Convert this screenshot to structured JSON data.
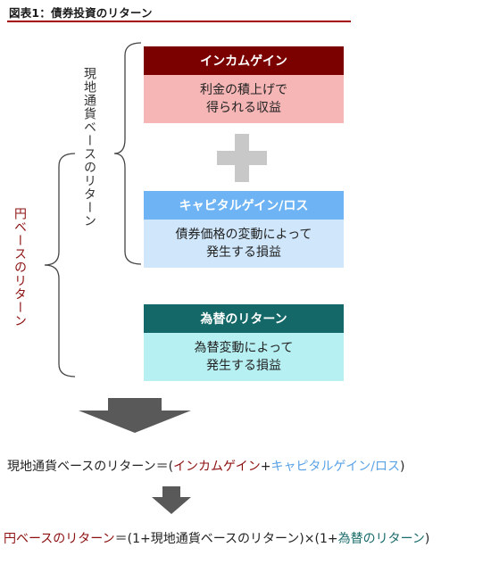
{
  "title": "図表1：債券投資のリターン",
  "boxes": {
    "income": {
      "header": "インカムゲイン",
      "body_line1": "利金の積上げで",
      "body_line2": "得られる収益"
    },
    "capital": {
      "header": "キャピタルゲイン/ロス",
      "body_line1": "債券価格の変動によって",
      "body_line2": "発生する損益"
    },
    "fx": {
      "header": "為替のリターン",
      "body_line1": "為替変動によって",
      "body_line2": "発生する損益"
    }
  },
  "side_labels": {
    "local": "現地通貨ベースのリターン",
    "yen": "円ベースのリターン"
  },
  "formula1": {
    "lhs": "現地通貨ベースのリターン＝(",
    "income": "インカムゲイン",
    "plus": "+",
    "capital": "キャピタルゲイン/ロス",
    "close": ")"
  },
  "formula2": {
    "lhs": "円ベースのリターン",
    "eq": "＝(1+現地通貨ベースのリターン)×(1+",
    "fx": "為替のリターン",
    "close": ")"
  },
  "colors": {
    "income_head": "#7b0000",
    "income_body": "#f7b6b6",
    "capital_head": "#6eb4f5",
    "capital_body": "#cfe6fb",
    "fx_head": "#156868",
    "fx_body": "#b6f0f2",
    "plus": "#c8c8c8",
    "arrow": "#595959",
    "red_text": "#8c1010",
    "blue_text": "#5aa2e6",
    "teal_text": "#1a6b6b"
  }
}
